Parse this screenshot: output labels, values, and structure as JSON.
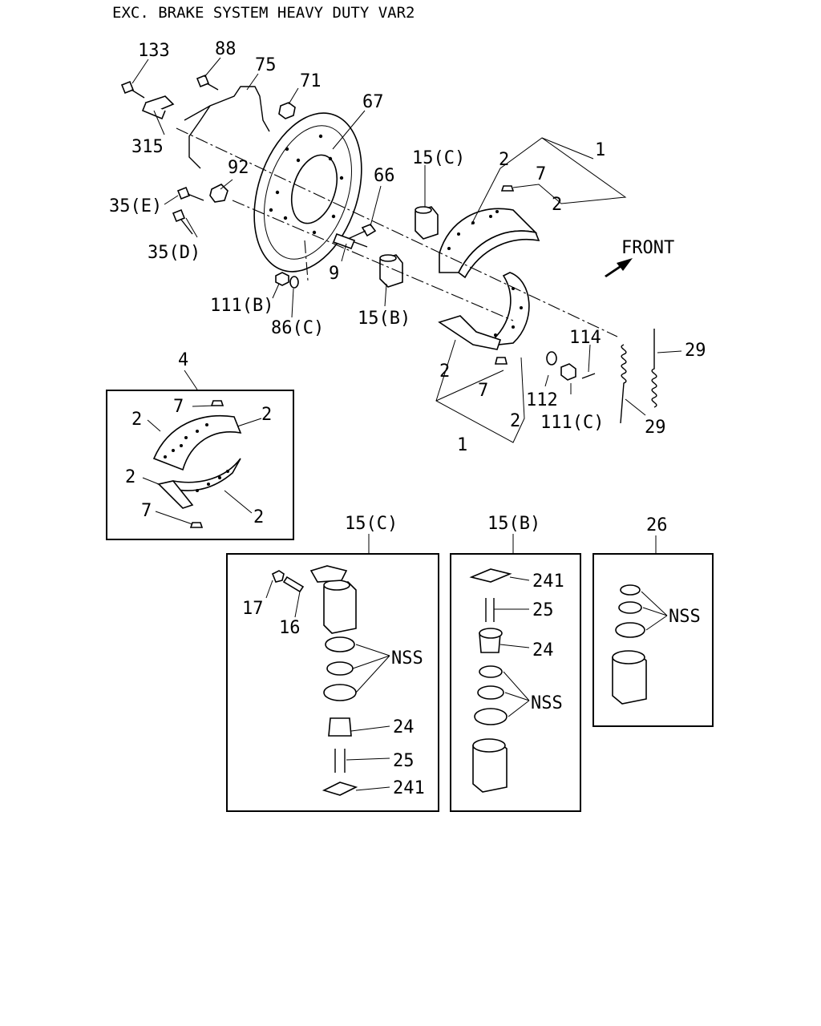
{
  "title": "EXC. BRAKE SYSTEM HEAVY DUTY VAR2",
  "direction_label": "FRONT",
  "callouts": {
    "p133": "133",
    "p88": "88",
    "p75": "75",
    "p71": "71",
    "p67": "67",
    "p315": "315",
    "p92": "92",
    "p35e": "35(E)",
    "p35d": "35(D)",
    "p66": "66",
    "p15c_top": "15(C)",
    "p2_a": "2",
    "p7_a": "7",
    "p1_a": "1",
    "p2_b": "2",
    "p9": "9",
    "p111b": "111(B)",
    "p86c": "86(C)",
    "p15b_top": "15(B)",
    "p114": "114",
    "p29_a": "29",
    "p2_c": "2",
    "p7_b": "7",
    "p112": "112",
    "p111c": "111(C)",
    "p29_b": "29",
    "p2_d": "2",
    "p1_b": "1"
  },
  "kit_lining": {
    "ref": "4",
    "labels": {
      "p7_top": "7",
      "p2_tl": "2",
      "p2_tr": "2",
      "p2_bl": "2",
      "p2_br": "2",
      "p7_bot": "7"
    }
  },
  "kit_15c": {
    "ref": "15(C)",
    "labels": {
      "p17": "17",
      "p16": "16",
      "nss": "NSS",
      "p24": "24",
      "p25": "25",
      "p241": "241"
    }
  },
  "kit_15b": {
    "ref": "15(B)",
    "labels": {
      "p241": "241",
      "p25": "25",
      "p24": "24",
      "nss": "NSS"
    }
  },
  "kit_26": {
    "ref": "26",
    "labels": {
      "nss": "NSS"
    }
  }
}
